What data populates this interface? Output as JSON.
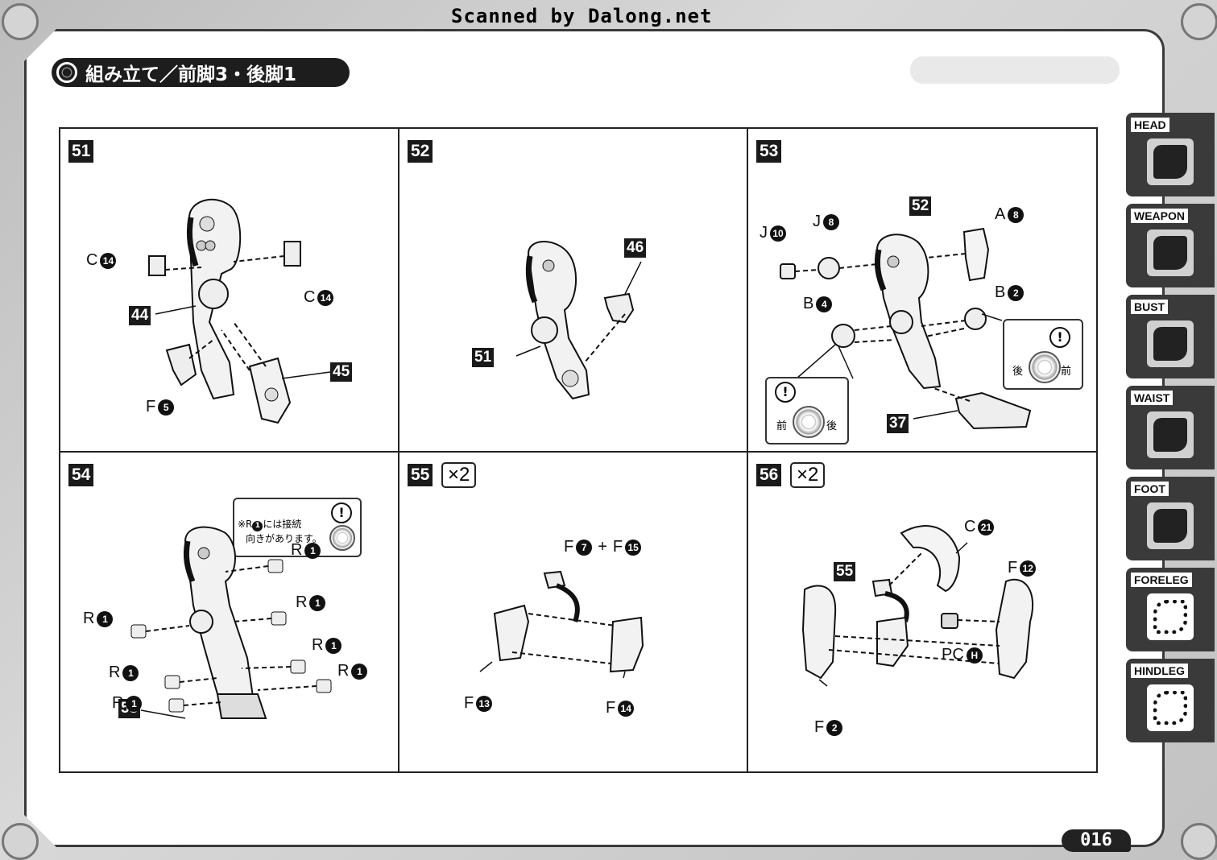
{
  "header": {
    "scan_credit": "Scanned by Dalong.net",
    "title": "組み立て／前脚3・後脚1"
  },
  "page_number": "016",
  "steps": [
    {
      "number": "51",
      "multiplier": "",
      "parts": [
        "44",
        "45"
      ],
      "labels": [
        {
          "letter": "C",
          "num": "14"
        },
        {
          "letter": "C",
          "num": "14"
        },
        {
          "letter": "F",
          "num": "5"
        }
      ]
    },
    {
      "number": "52",
      "multiplier": "",
      "parts": [
        "46",
        "51"
      ],
      "labels": []
    },
    {
      "number": "53",
      "multiplier": "",
      "parts": [
        "52",
        "37"
      ],
      "labels": [
        {
          "letter": "J",
          "num": "10"
        },
        {
          "letter": "J",
          "num": "8"
        },
        {
          "letter": "A",
          "num": "8"
        },
        {
          "letter": "B",
          "num": "4"
        },
        {
          "letter": "B",
          "num": "2"
        }
      ],
      "notes": [
        {
          "left": "前",
          "right": "後"
        },
        {
          "left": "後",
          "right": "前"
        }
      ]
    },
    {
      "number": "54",
      "multiplier": "",
      "parts": [
        "53"
      ],
      "labels": [
        {
          "letter": "R",
          "num": "1"
        },
        {
          "letter": "R",
          "num": "1"
        },
        {
          "letter": "R",
          "num": "1"
        },
        {
          "letter": "R",
          "num": "1"
        },
        {
          "letter": "R",
          "num": "1"
        },
        {
          "letter": "R",
          "num": "1"
        },
        {
          "letter": "R",
          "num": "1"
        }
      ],
      "note_text_1": "※R",
      "note_text_2": "には接続",
      "note_text_3": "向きがあります。",
      "note_num": "1"
    },
    {
      "number": "55",
      "multiplier": "×2",
      "parts": [],
      "labels": [
        {
          "letter": "F",
          "num": "7"
        },
        {
          "letter": "F",
          "num": "15"
        },
        {
          "letter": "F",
          "num": "13"
        },
        {
          "letter": "F",
          "num": "14"
        }
      ],
      "plus": "+"
    },
    {
      "number": "56",
      "multiplier": "×2",
      "parts": [
        "55"
      ],
      "labels": [
        {
          "letter": "C",
          "num": "21"
        },
        {
          "letter": "F",
          "num": "12"
        },
        {
          "letter": "PC",
          "num": "H"
        },
        {
          "letter": "F",
          "num": "2"
        }
      ]
    }
  ],
  "sidebar": [
    {
      "label": "HEAD"
    },
    {
      "label": "WEAPON"
    },
    {
      "label": "BUST"
    },
    {
      "label": "WAIST"
    },
    {
      "label": "FOOT"
    },
    {
      "label": "FORELEG"
    },
    {
      "label": "HINDLEG"
    }
  ],
  "warning_mark": "!"
}
